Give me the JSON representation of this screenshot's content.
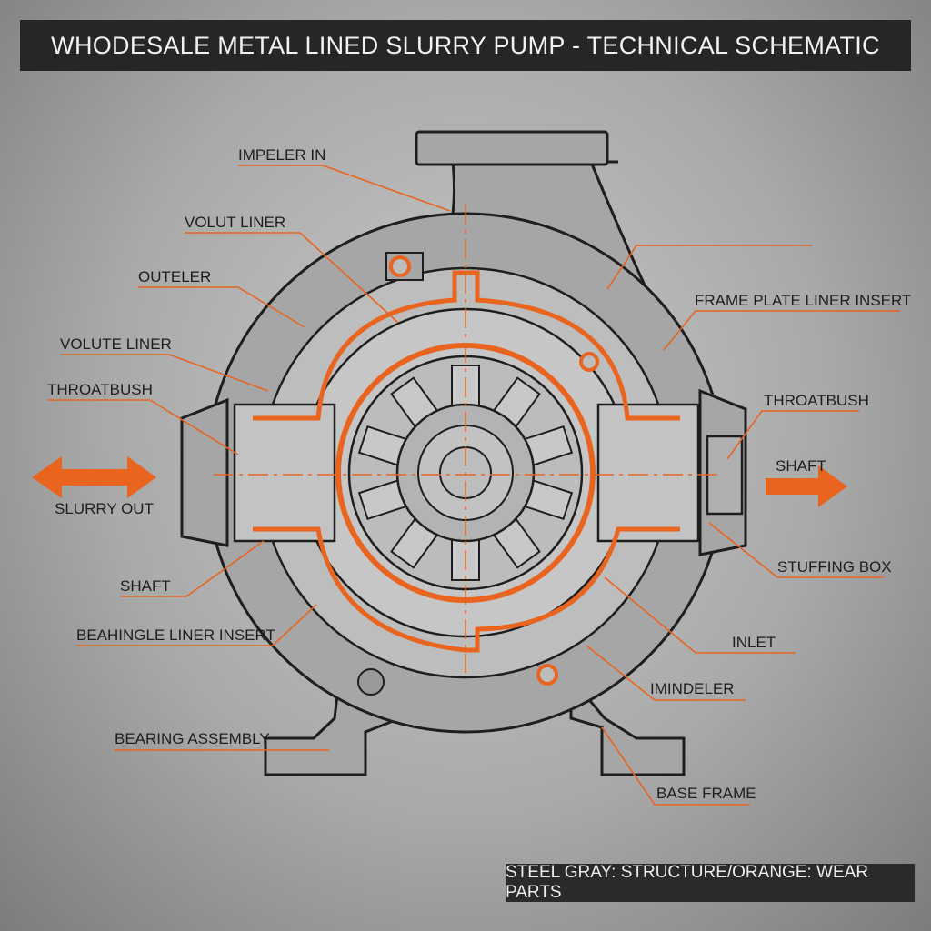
{
  "title": "WHODESALE METAL LINED SLURRY PUMP - TECHNICAL SCHEMATIC",
  "legend": "STEEL GRAY: STRUCTURE/ORANGE: WEAR PARTS",
  "colors": {
    "structure": "#a6a6a6",
    "wear_parts": "#e8641f",
    "title_bar": "#262626"
  },
  "labels": {
    "impeller_in": "IMPELER IN",
    "volut_liner": "VOLUT LINER",
    "outeler": "OUTELER",
    "volute_liner": "VOLUTE LINER",
    "throatbush_left": "THROATBUSH",
    "slurry_out": "SLURRY OUT",
    "shaft_left": "SHAFT",
    "beahingle_liner_insert": "BEAHINGLE LINER INSERT",
    "bearing_assembly": "BEARING ASSEMBLY",
    "frame_plate_liner_insert": "FRAME PLATE LINER INSERT",
    "throatbush_right": "THROATBUSH",
    "shaft_right": "SHAFT",
    "stuffing_box": "STUFFING BOX",
    "inlet": "INLET",
    "imindeler": "IMINDELER",
    "base_frame": "BASE FRAME"
  }
}
